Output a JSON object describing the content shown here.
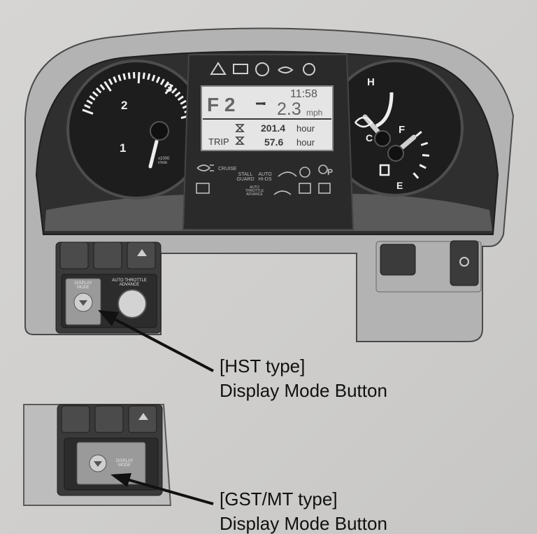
{
  "lcd": {
    "clock": "11:58",
    "gear": "F 2",
    "speed_value": "2.3",
    "speed_unit": "mph",
    "hour_value": "201.4",
    "hour_unit": "hour",
    "trip_label": "TRIP",
    "trip_value": "57.6",
    "trip_unit": "hour"
  },
  "tach": {
    "scale_labels": [
      "1",
      "2",
      "3"
    ],
    "unit": "x1000 r/min"
  },
  "temp_gauge": {
    "hot": "H",
    "cold": "C"
  },
  "fuel_gauge": {
    "full": "F",
    "empty": "E"
  },
  "indicators": {
    "cruise": "CRUISE",
    "stall_guard": "STALL GUARD",
    "auto_hi_ds": "AUTO HI-DS",
    "auto_throttle_advance_small": "AUTO THROTTLE ADVANCE",
    "parking": "P"
  },
  "panel_hst": {
    "auto_throttle_advance": "AUTO THROTTLE ADVANCE",
    "display_mode": "DISPLAY MODE"
  },
  "panel_gst": {
    "display_mode": "DISPLAY MODE"
  },
  "callouts": {
    "hst_line1": "[HST type]",
    "hst_line2": "Display Mode Button",
    "gst_line1": "[GST/MT type]",
    "gst_line2": "Display Mode Button"
  },
  "icons": [
    "warning-icon",
    "battery-icon",
    "parking-brake-icon",
    "oil-pressure-icon",
    "engine-warning-icon",
    "wrench-icon",
    "hourglass-icon",
    "headlight-icon",
    "turtle-icon",
    "hare-icon",
    "coolant-temp-icon",
    "fuel-pump-icon",
    "down-arrow-icon",
    "hazard-icon",
    "pto-icon"
  ],
  "colors": {
    "dash_dark": "#2a2a2a",
    "bezel": "#6b6b6b",
    "lcd_bg": "#e6e6e6",
    "body": "#b5b5b5",
    "paper": "#d4d3d1"
  }
}
